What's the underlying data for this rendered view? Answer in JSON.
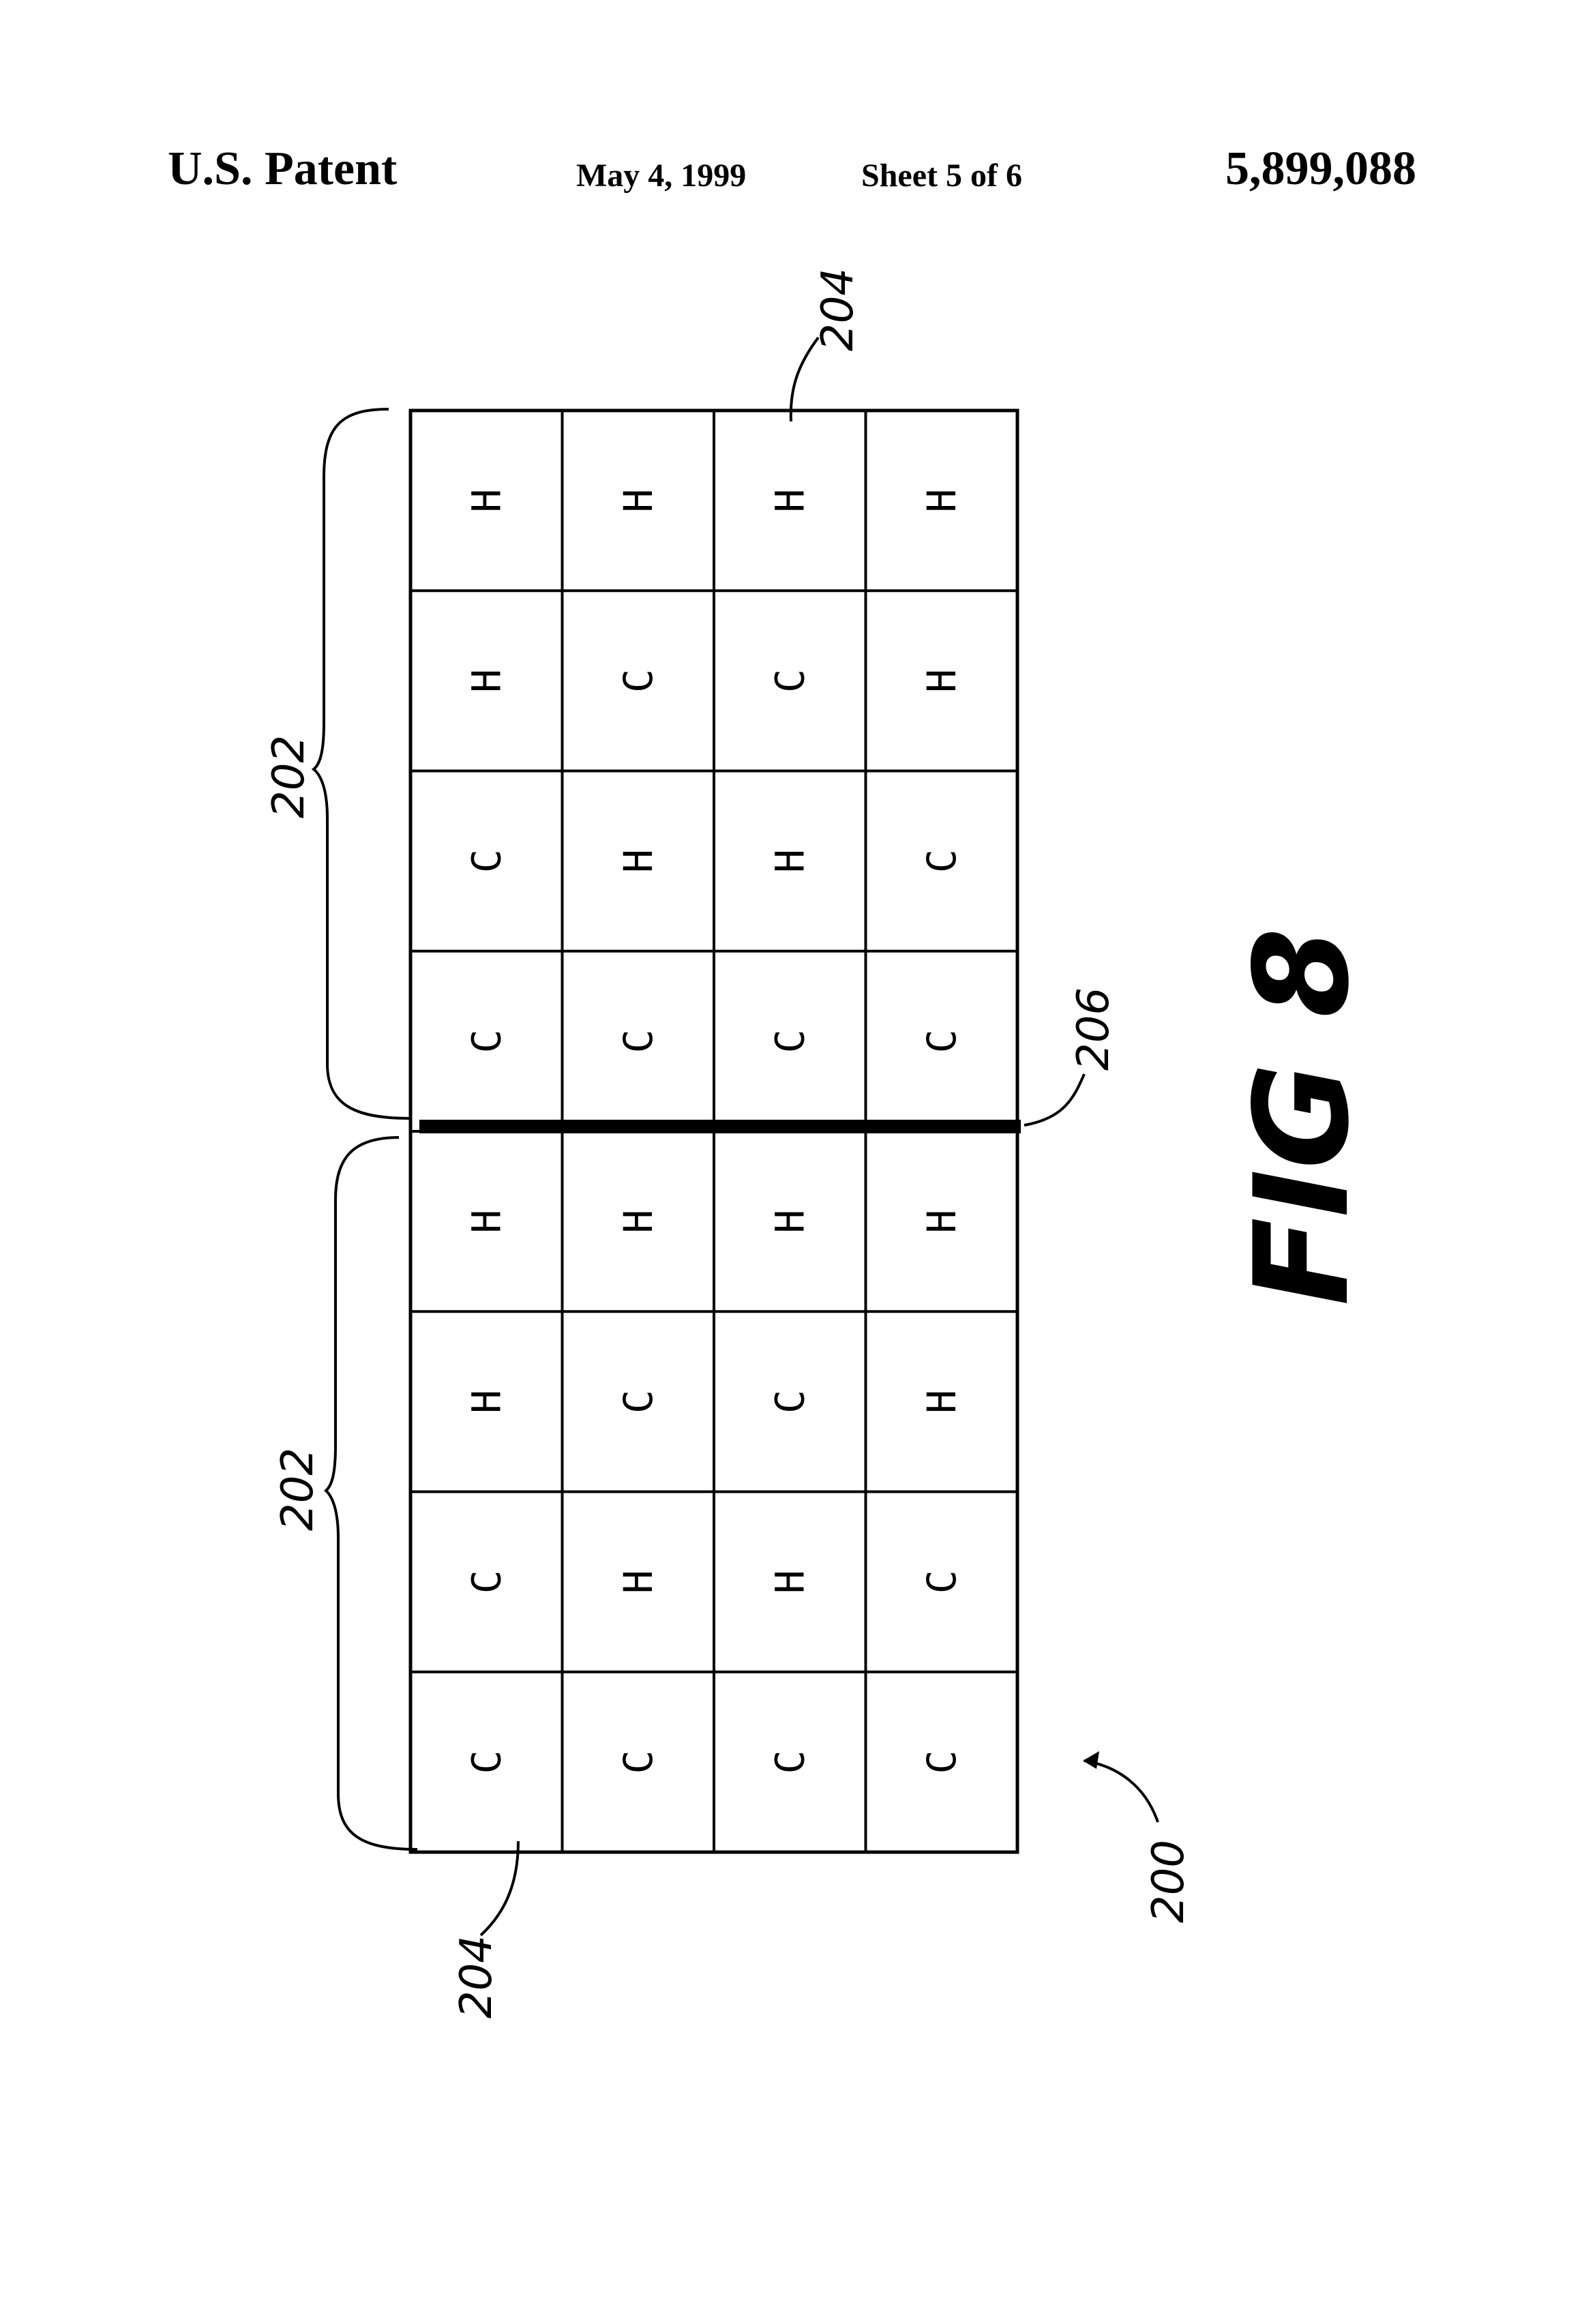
{
  "header": {
    "left": "U.S. Patent",
    "date": "May 4, 1999",
    "sheet": "Sheet 5 of 6",
    "patent_number": "5,899,088"
  },
  "figure": {
    "label": "FIG 8",
    "refs": {
      "panel": "200",
      "group": "202",
      "cell": "204",
      "divider": "206"
    },
    "rows": [
      [
        "H",
        "H",
        "H",
        "H"
      ],
      [
        "H",
        "C",
        "C",
        "H"
      ],
      [
        "C",
        "H",
        "H",
        "C"
      ],
      [
        "C",
        "C",
        "C",
        "C"
      ],
      [
        "H",
        "H",
        "H",
        "H"
      ],
      [
        "H",
        "C",
        "C",
        "H"
      ],
      [
        "C",
        "H",
        "H",
        "C"
      ],
      [
        "C",
        "C",
        "C",
        "C"
      ]
    ]
  }
}
